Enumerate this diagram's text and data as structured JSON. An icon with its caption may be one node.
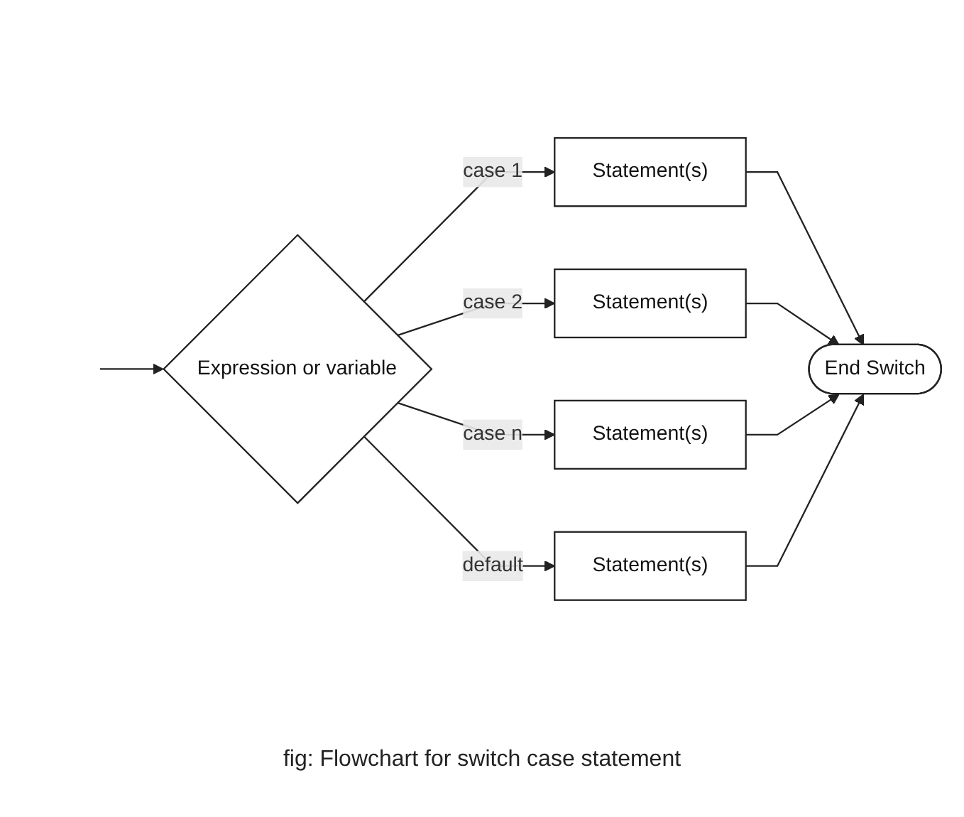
{
  "diagram": {
    "caption": "fig: Flowchart for switch case statement",
    "nodes": [
      {
        "text": [
          "Expression or variable"
        ]
      },
      {
        "text": [
          "Statement(s)"
        ]
      },
      {
        "text": [
          "Statement(s)"
        ]
      },
      {
        "text": [
          "Statement(s)"
        ]
      },
      {
        "text": [
          "Statement(s)"
        ]
      },
      {
        "text": [
          "End Switch"
        ]
      }
    ],
    "edges": [
      {
        "from": null,
        "to": 0,
        "arrow": "to"
      },
      {
        "from": 0,
        "to": 1,
        "arrow": "to",
        "label": "case 1"
      },
      {
        "from": 0,
        "to": 2,
        "arrow": "to",
        "label": "case 2"
      },
      {
        "from": 0,
        "to": 3,
        "arrow": "to",
        "label": "case n"
      },
      {
        "from": 0,
        "to": 4,
        "arrow": "to",
        "label": "default"
      },
      {
        "from": 1,
        "to": 5,
        "arrow": "to"
      },
      {
        "from": 2,
        "to": 5,
        "arrow": "to"
      },
      {
        "from": 3,
        "to": 5,
        "arrow": "to"
      },
      {
        "from": 4,
        "to": 5,
        "arrow": "to"
      }
    ]
  }
}
